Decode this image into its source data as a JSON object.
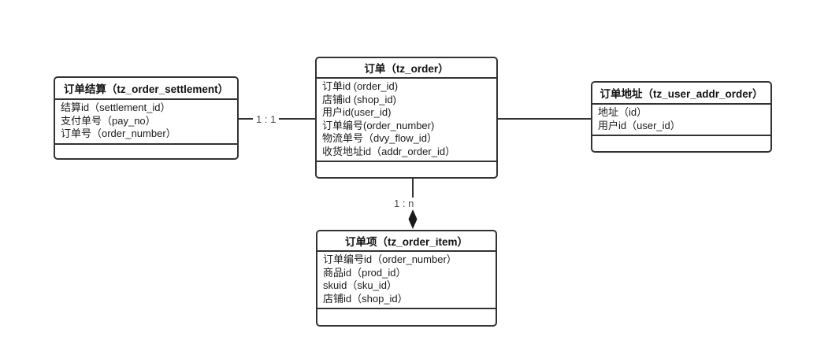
{
  "diagram": {
    "colors": {
      "background": "#ffffff",
      "border": "#333333",
      "field_text": "#1a1a1a",
      "title_text": "#111111",
      "connector_line": "#333333",
      "cardinality_label": "#4d4d4d",
      "diamond_fill": "#1a1a1a"
    },
    "entities": [
      {
        "id": "settlement",
        "title": "订单结算（tz_order_settlement）",
        "fields": [
          "结算id（settlement_id）",
          "支付单号（pay_no）",
          "订单号（order_number）"
        ]
      },
      {
        "id": "order",
        "title": "订单（tz_order）",
        "fields": [
          "订单id (order_id)",
          "店铺id (shop_id)",
          "用户id(user_id)",
          "订单编号(order_number)",
          "物流单号（dvy_flow_id）",
          "收货地址id（addr_order_id）"
        ]
      },
      {
        "id": "addr",
        "title": "订单地址（tz_user_addr_order）",
        "fields": [
          "地址（id）",
          "用户id（user_id）"
        ]
      },
      {
        "id": "item",
        "title": "订单项（tz_order_item）",
        "fields": [
          "订单编号id（order_number）",
          "商品id（prod_id）",
          "skuid（sku_id）",
          "店铺id（shop_id）"
        ]
      }
    ],
    "connectors": [
      {
        "from": "settlement",
        "to": "order",
        "label": "1 : 1",
        "arrow": "none"
      },
      {
        "from": "order",
        "to": "addr",
        "label": "",
        "arrow": "none"
      },
      {
        "from": "order",
        "to": "item",
        "label": "1 : n",
        "arrow": "filled-diamond"
      }
    ]
  }
}
